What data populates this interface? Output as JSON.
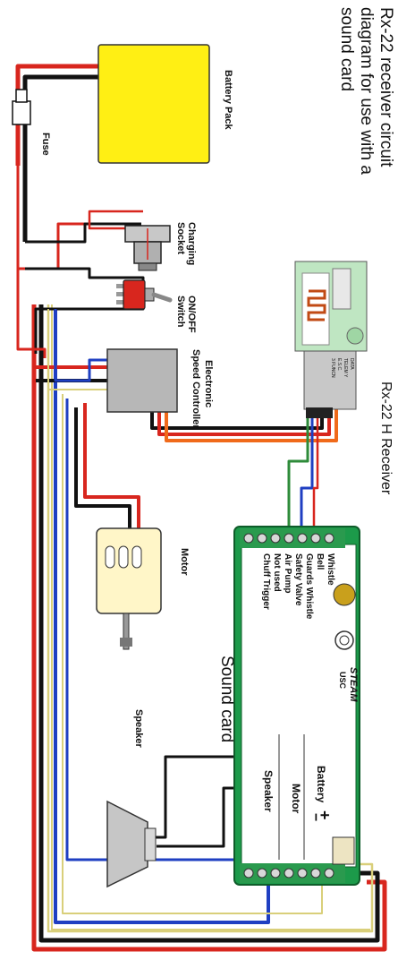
{
  "title": {
    "line1": "Rx-22 receiver circuit",
    "line2": "diagram for use with a",
    "line3": "sound card"
  },
  "components": {
    "battery_pack": "Battery Pack",
    "fuse": "Fuse",
    "charging_socket_1": "Charging",
    "charging_socket_2": "Socket",
    "switch_1": "ON/OFF",
    "switch_2": "Switch",
    "esc_1": "Electronic",
    "esc_2": "Speed Controller",
    "receiver": "Rx-22 H Receiver",
    "motor": "Motor",
    "speaker": "Speaker",
    "sound_card": "Sound card"
  },
  "receiver_pins": [
    "DATA",
    "TELEM Y",
    "E.S.C.",
    "3 FUNCN"
  ],
  "sound_card": {
    "brand": "STEAM",
    "model": "USC",
    "inputs": [
      "Whistle",
      "Bell",
      "Guards Whistle",
      "Safety Valve",
      "Air Pump",
      "Not used",
      "Chuff Trigger"
    ],
    "outputs": {
      "battery": "Battery",
      "plus": "+",
      "minus": "−",
      "motor": "Motor",
      "speaker": "Speaker"
    }
  },
  "colors": {
    "wire_red": "#d8261e",
    "wire_black": "#111111",
    "wire_blue": "#1f3fc2",
    "wire_green": "#2e8b3a",
    "wire_yellow": "#d9cf7a",
    "wire_orange": "#f06a1a",
    "battery": "#ffef14",
    "esc": "#b7b7b7",
    "board": "#1c9a4a"
  }
}
